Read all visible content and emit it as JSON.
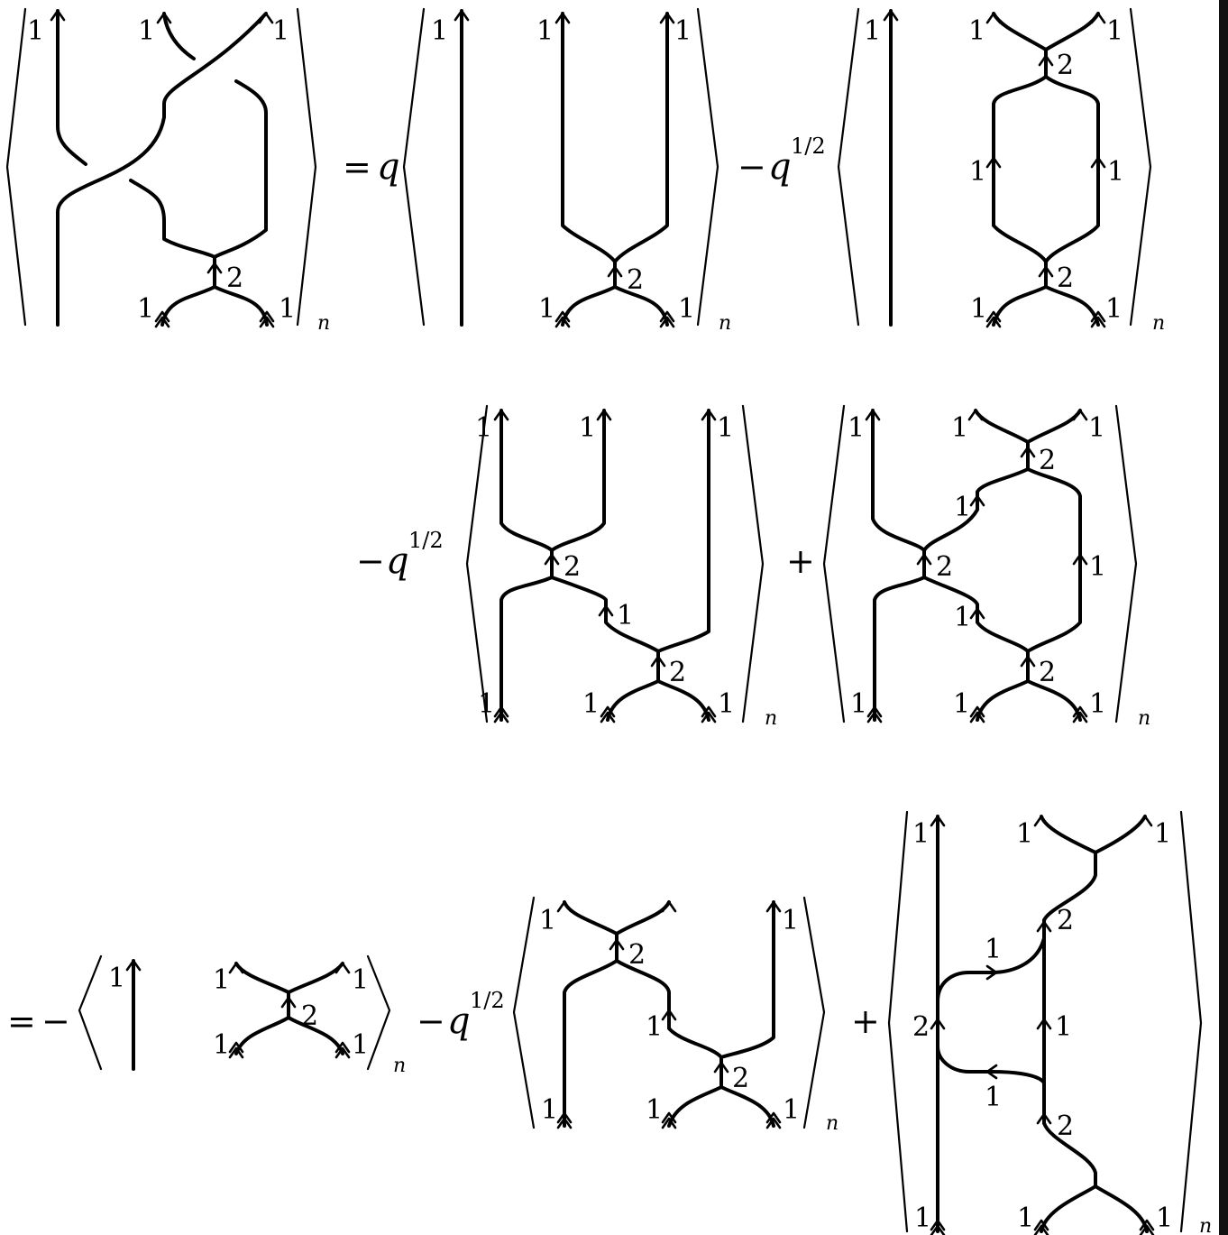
{
  "labels": {
    "one": "1",
    "two": "2",
    "n": "n"
  },
  "operators": {
    "eq": "=",
    "minus": "−",
    "plus": "+",
    "q": "q",
    "half": "1/2"
  },
  "colors": {
    "ink": "#000000",
    "background": "#ffffff"
  }
}
